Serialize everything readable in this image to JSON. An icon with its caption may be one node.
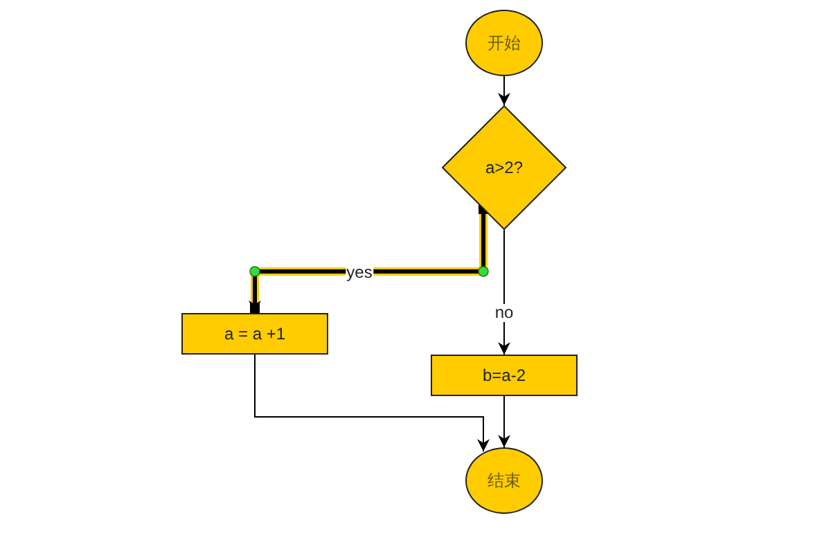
{
  "diagram": {
    "nodes": [
      {
        "text": [
          "开始"
        ]
      },
      {
        "text": [
          "a>2?"
        ]
      },
      {
        "text": [
          "a = a +1"
        ]
      },
      {
        "text": [
          "b=a-2"
        ]
      },
      {
        "text": [
          "结束"
        ]
      }
    ],
    "edges": [
      {
        "from": 0,
        "to": 1,
        "arrow": "to"
      },
      {
        "from": 1,
        "to": 2,
        "arrow": "to",
        "label": "yes",
        "style": "thick"
      },
      {
        "from": 1,
        "to": 3,
        "arrow": "to",
        "label": "no"
      },
      {
        "from": 2,
        "to": 4,
        "arrow": "to"
      },
      {
        "from": 3,
        "to": 4,
        "arrow": "to"
      }
    ]
  }
}
